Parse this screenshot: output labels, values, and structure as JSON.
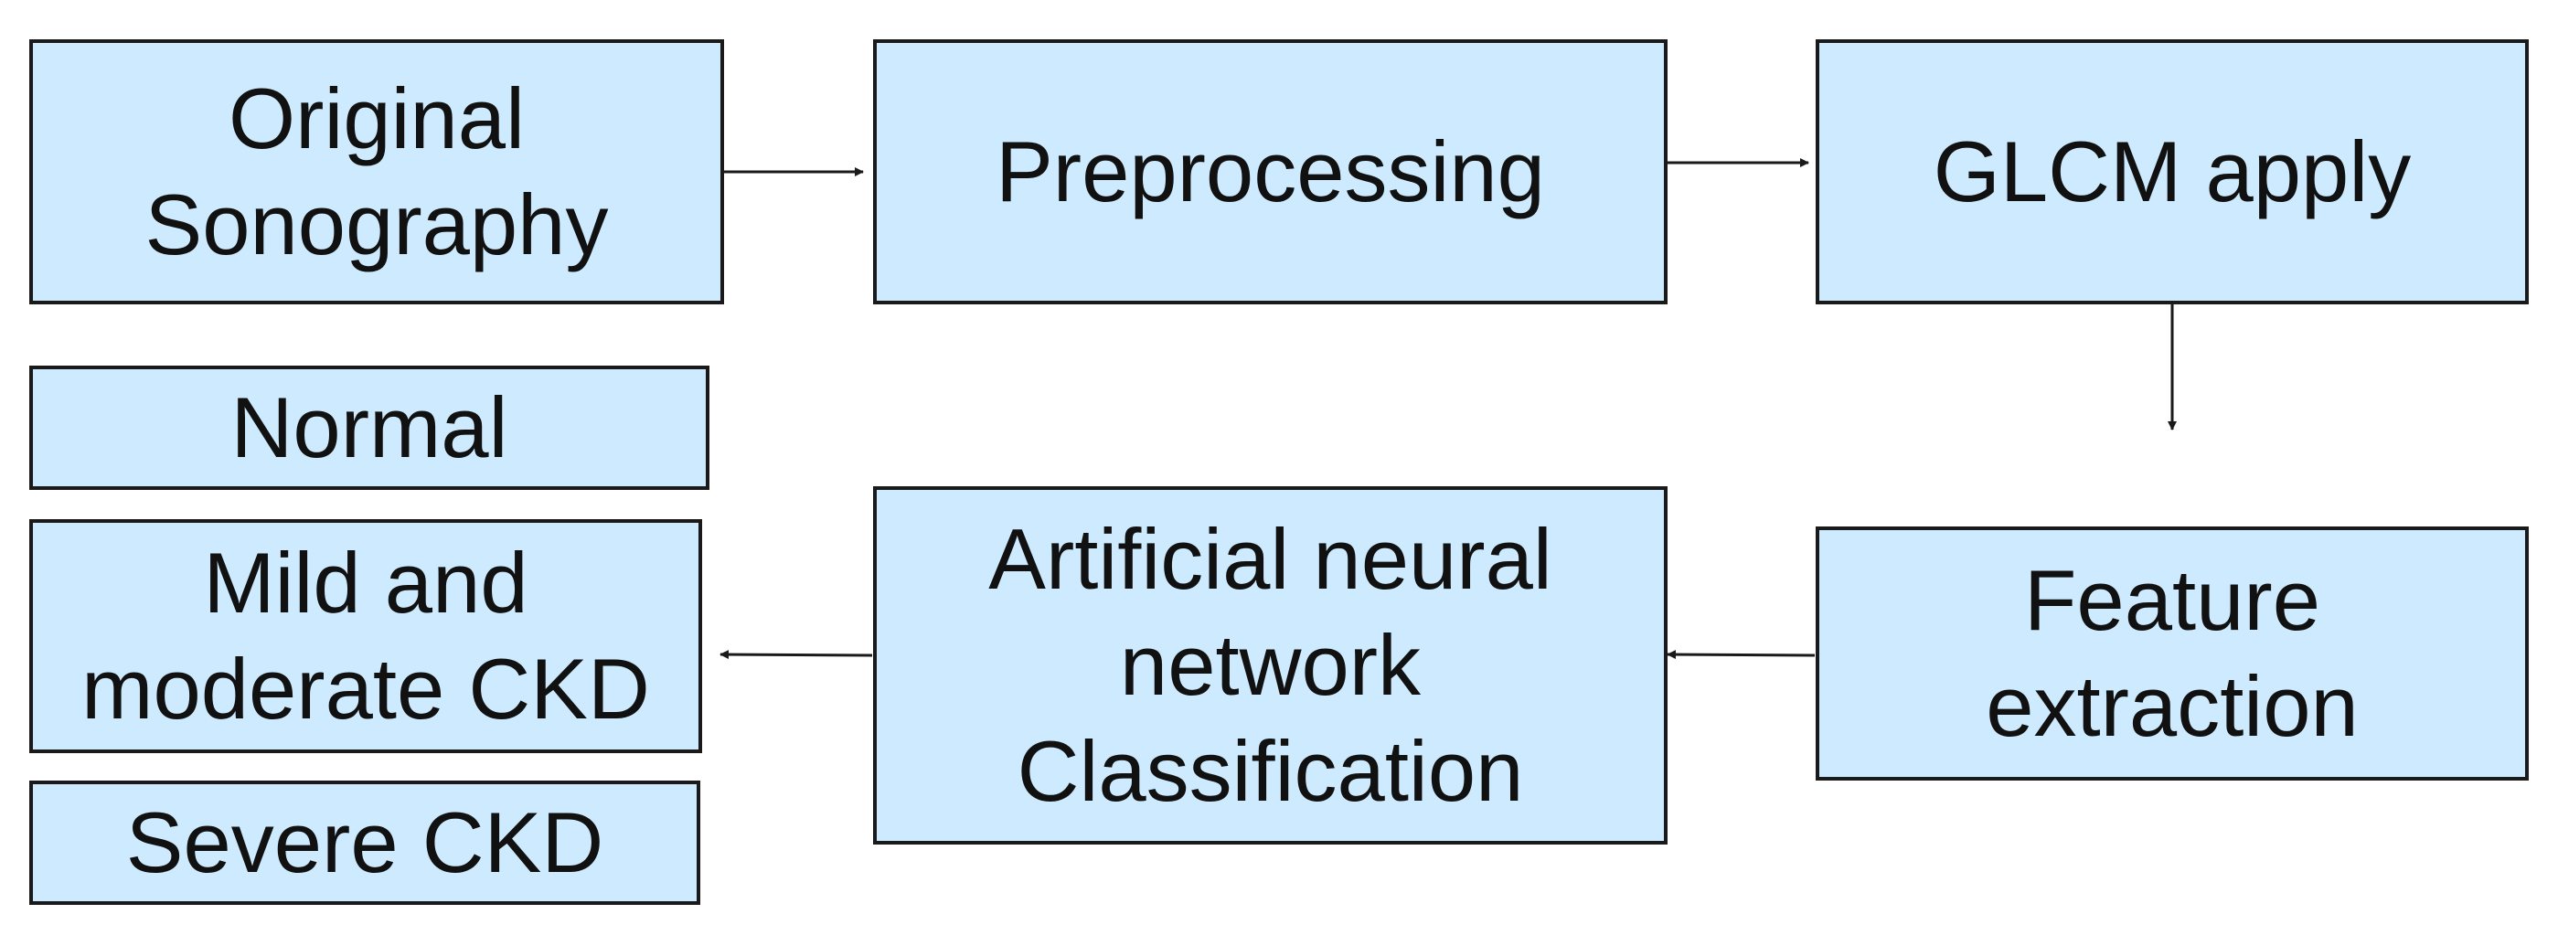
{
  "colors": {
    "box_fill": "#cdeafe",
    "box_border": "#1a1a1a",
    "arrow": "#1a1a1a",
    "text": "#111111"
  },
  "nodes": {
    "original_sonography": {
      "lines": [
        "Original",
        "Sonography"
      ]
    },
    "preprocessing": {
      "lines": [
        "Preprocessing"
      ]
    },
    "glcm_apply": {
      "lines": [
        "GLCM apply"
      ]
    },
    "feature_extraction": {
      "lines": [
        "Feature",
        "extraction"
      ]
    },
    "ann_classification": {
      "lines": [
        "Artificial neural",
        "network",
        "Classification"
      ]
    },
    "normal": {
      "lines": [
        "Normal"
      ]
    },
    "mild_moderate_ckd": {
      "lines": [
        "Mild and",
        "moderate CKD"
      ]
    },
    "severe_ckd": {
      "lines": [
        "Severe CKD"
      ]
    }
  },
  "edges": [
    {
      "from": "original_sonography",
      "to": "preprocessing"
    },
    {
      "from": "preprocessing",
      "to": "glcm_apply"
    },
    {
      "from": "glcm_apply",
      "to": "feature_extraction"
    },
    {
      "from": "feature_extraction",
      "to": "ann_classification"
    },
    {
      "from": "ann_classification",
      "to": "mild_moderate_ckd"
    }
  ]
}
